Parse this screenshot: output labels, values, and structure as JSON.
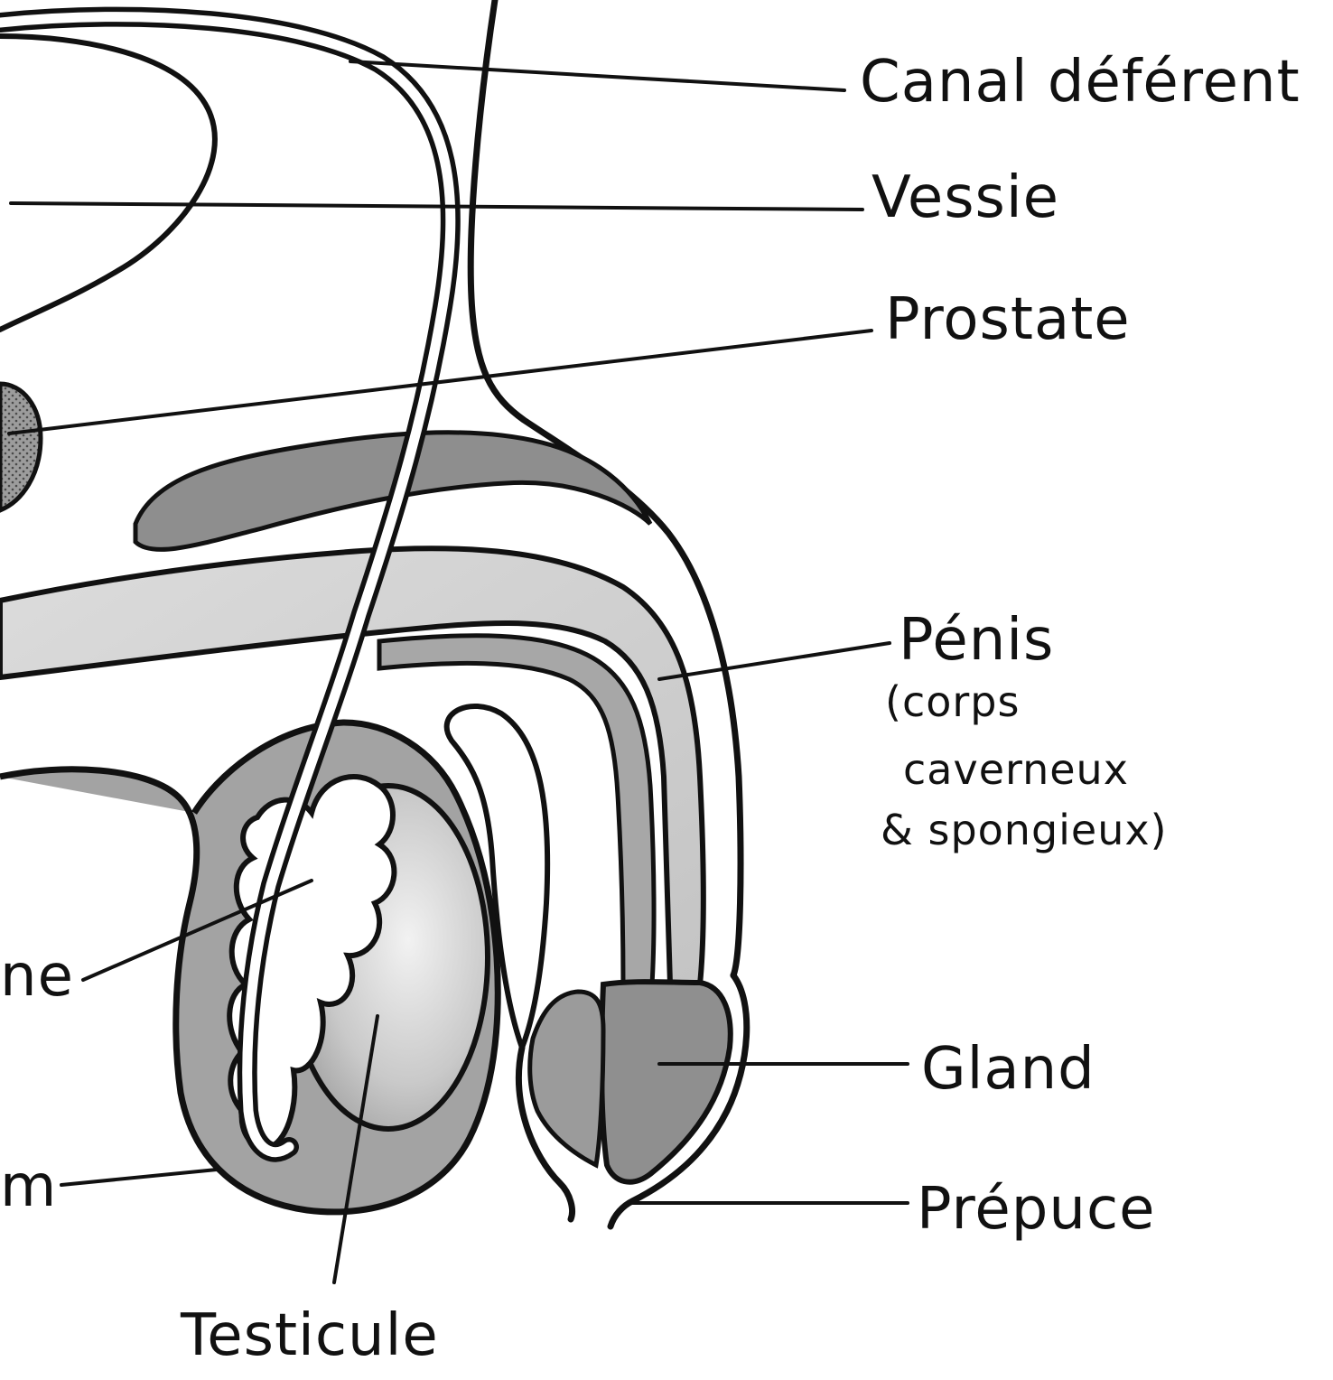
{
  "labels": {
    "canal": "Canal déférent",
    "vessie": "Vessie",
    "prostate": "Prostate",
    "penis": "Pénis",
    "penis_note_1": "(corps",
    "penis_note_2": "caverneux",
    "penis_note_3": "& spongieux)",
    "gland": "Gland",
    "prepuce": "Prépuce",
    "testicule": "Testicule",
    "cut_left_1": "ne",
    "cut_left_2": "m"
  },
  "colors": {
    "ink": "#111111",
    "dark_tissue": "#8a8a8a",
    "mid_tissue": "#b9b9b9",
    "light_tissue": "#d8d8d8",
    "background": "#ffffff"
  }
}
